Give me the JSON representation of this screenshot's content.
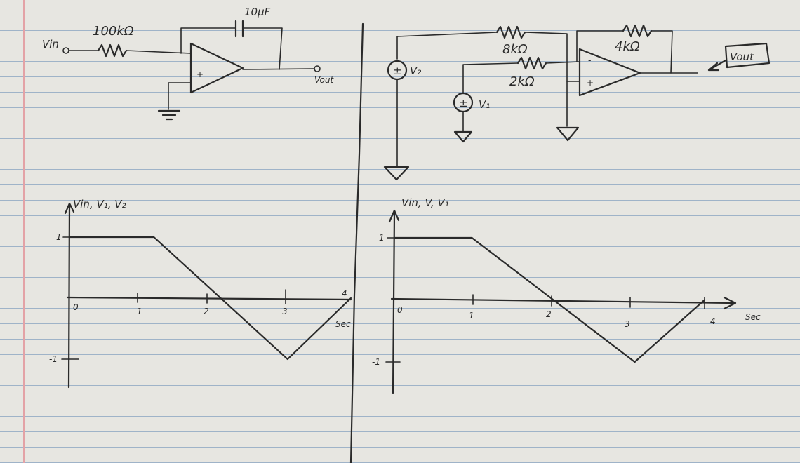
{
  "left_circuit": {
    "input_label": "Vin",
    "resistor_label": "100kΩ",
    "capacitor_label": "10μF",
    "output_label": "Vout",
    "opamp_minus": "-",
    "opamp_plus": "+"
  },
  "right_circuit": {
    "source_v2_label": "V₂",
    "source_v1_label": "V₁",
    "resistor_8k_label": "8kΩ",
    "resistor_2k_label": "2kΩ",
    "resistor_4k_label": "4kΩ",
    "output_label": "Vout",
    "opamp_minus": "-",
    "opamp_plus": "+",
    "source_symbol": "±"
  },
  "chart_data": [
    {
      "type": "line",
      "ylabel": "Vin, V₁, V₂",
      "xlabel": "Sec",
      "x_tick_labels": [
        "0",
        "1",
        "2",
        "3",
        "4"
      ],
      "y_tick_labels": [
        "1",
        "-1"
      ],
      "xlim": [
        0,
        4
      ],
      "ylim": [
        -1,
        1
      ],
      "series": [
        {
          "x": [
            0,
            1.2,
            3.1,
            4
          ],
          "y": [
            1,
            1,
            -1,
            0
          ]
        }
      ]
    },
    {
      "type": "line",
      "ylabel": "Vin, V, V₁",
      "xlabel": "Sec",
      "x_tick_labels": [
        "0",
        "1",
        "2",
        "3",
        "4"
      ],
      "y_tick_labels": [
        "1",
        "-1"
      ],
      "xlim": [
        0,
        4
      ],
      "ylim": [
        -1,
        1
      ],
      "series": [
        {
          "x": [
            0,
            1,
            3.1,
            4
          ],
          "y": [
            1,
            1,
            -1,
            0
          ]
        }
      ]
    }
  ]
}
